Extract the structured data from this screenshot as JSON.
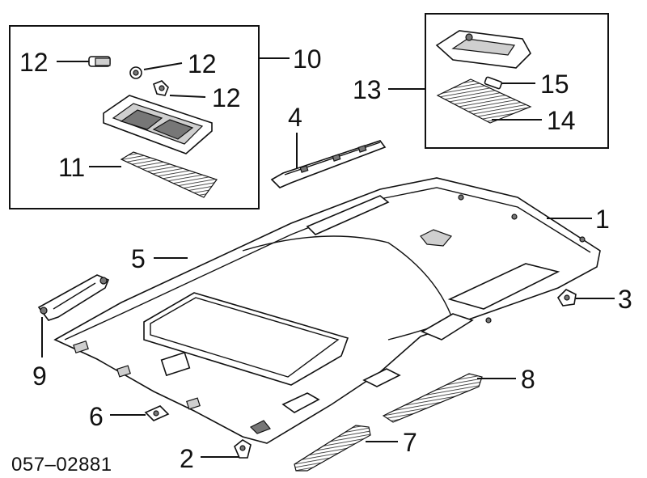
{
  "diagram_code": "057‒02881",
  "callouts": {
    "c1": "1",
    "c2": "2",
    "c3": "3",
    "c4": "4",
    "c5": "5",
    "c6": "6",
    "c7": "7",
    "c8": "8",
    "c9": "9",
    "c10": "10",
    "c11": "11",
    "c12a": "12",
    "c12b": "12",
    "c12c": "12",
    "c13": "13",
    "c14": "14",
    "c15": "15"
  }
}
